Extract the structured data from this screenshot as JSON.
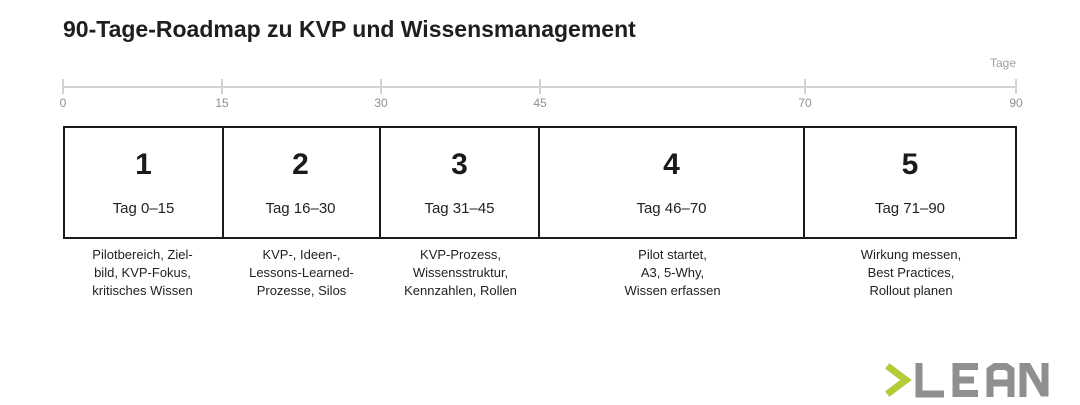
{
  "title": "90-Tage-Roadmap zu KVP und Wissensmanagement",
  "axis": {
    "unit": "Tage",
    "ticks": [
      "0",
      "15",
      "30",
      "45",
      "70",
      "90"
    ]
  },
  "phases": [
    {
      "number": "1",
      "days": "Tag 0–15",
      "description": [
        "Pilotbereich, Ziel-",
        "bild, KVP-Fokus,",
        "kritisches Wissen"
      ]
    },
    {
      "number": "2",
      "days": "Tag 16–30",
      "description": [
        "KVP-, Ideen-,",
        "Lessons-Learned-",
        "Prozesse, Silos"
      ]
    },
    {
      "number": "3",
      "days": "Tag 31–45",
      "description": [
        "KVP-Prozess,",
        "Wissensstruktur,",
        "Kennzahlen, Rollen"
      ]
    },
    {
      "number": "4",
      "days": "Tag 46–70",
      "description": [
        "Pilot startet,",
        "A3, 5-Why,",
        "Wissen erfassen"
      ]
    },
    {
      "number": "5",
      "days": "Tag 71–90",
      "description": [
        "Wirkung messen,",
        "Best Practices,",
        "Rollout planen"
      ]
    }
  ],
  "logo": {
    "text": "LEAN",
    "chevron_color": "#b5cc3a",
    "letter_color": "#8f8f8f"
  },
  "colors": {
    "border": "#1a1a1a",
    "axis": "#d2d2d2",
    "tick_label": "#909090"
  }
}
